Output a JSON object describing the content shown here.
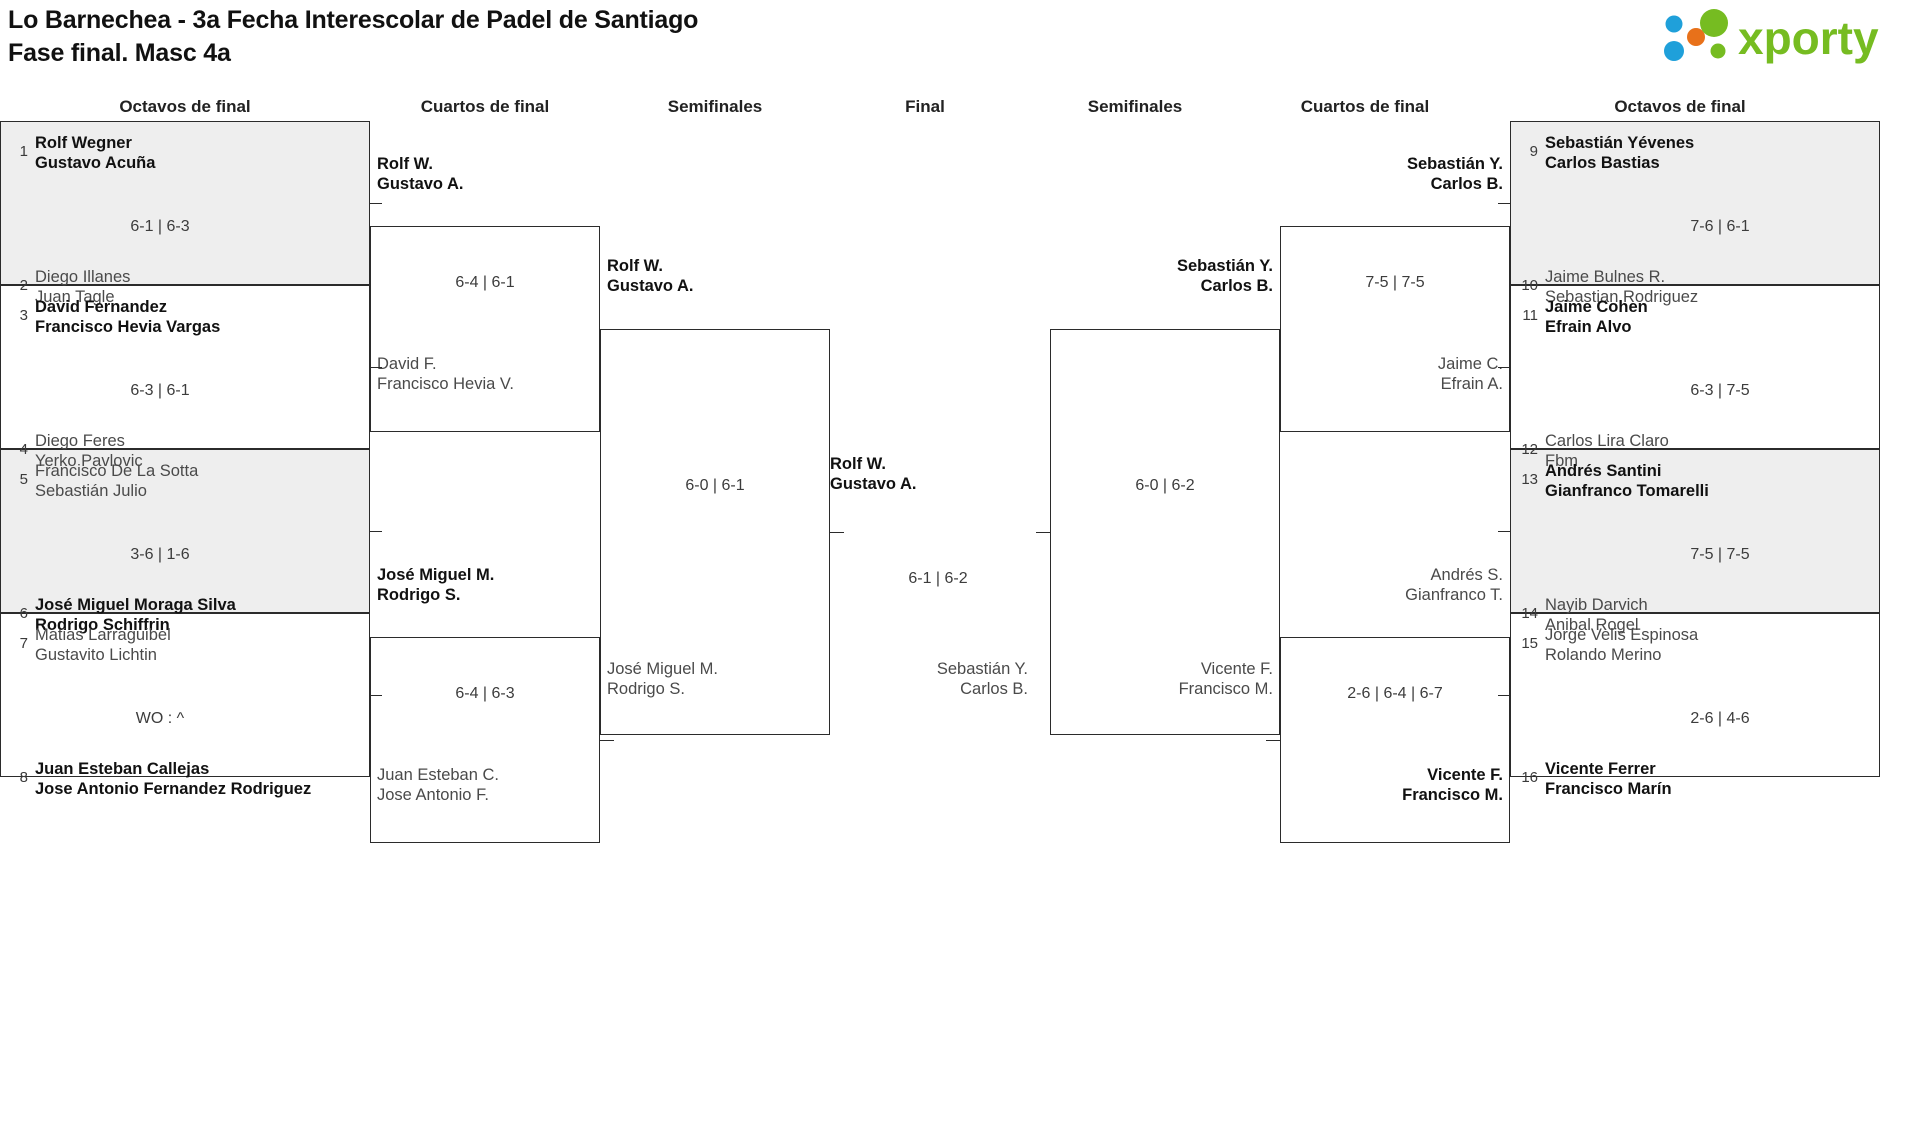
{
  "header": {
    "title": "Lo Barnechea - 3a Fecha Interescolar de Padel de Santiago\nFase final. Masc 4a",
    "logo_text": "xporty",
    "logo_colors": {
      "green": "#76bc21",
      "blue": "#1fa0da",
      "orange": "#e8711a"
    }
  },
  "rounds": {
    "left": [
      "Octavos de final",
      "Cuartos de final",
      "Semifinales"
    ],
    "center": "Final",
    "right": [
      "Semifinales",
      "Cuartos de final",
      "Octavos de final"
    ]
  },
  "chart_data": {
    "type": "bracket",
    "title": "Lo Barnechea - 3a Fecha Interescolar de Padel de Santiago — Fase final. Masc 4a",
    "size": 16,
    "champion": [
      "Rolf W.",
      "Gustavo A."
    ],
    "runner_up": [
      "Sebastián Y.",
      "Carlos B."
    ]
  },
  "left": {
    "r16": [
      {
        "top": {
          "seed": "1",
          "p1": "Rolf Wegner",
          "p2": "Gustavo Acuña",
          "winner": true
        },
        "bottom": {
          "seed": "2",
          "p1": "Diego Illanes",
          "p2": "Juan Tagle",
          "winner": false
        },
        "score": "6-1 | 6-3",
        "shaded": true
      },
      {
        "top": {
          "seed": "3",
          "p1": "David Fernandez",
          "p2": "Francisco Hevia Vargas",
          "winner": true
        },
        "bottom": {
          "seed": "4",
          "p1": "Diego Feres",
          "p2": "Yerko Pavlovic",
          "winner": false
        },
        "score": "6-3 | 6-1",
        "shaded": false
      },
      {
        "top": {
          "seed": "5",
          "p1": "Francisco De La Sotta",
          "p2": "Sebastián Julio",
          "winner": false
        },
        "bottom": {
          "seed": "6",
          "p1": "José Miguel Moraga Silva",
          "p2": "Rodrigo Schiffrin",
          "winner": true
        },
        "score": "3-6 | 1-6",
        "shaded": true
      },
      {
        "top": {
          "seed": "7",
          "p1": "Matias Larraguibel",
          "p2": "Gustavito Lichtin",
          "winner": false
        },
        "bottom": {
          "seed": "8",
          "p1": "Juan Esteban Callejas",
          "p2": "Jose Antonio Fernandez Rodriguez",
          "winner": true
        },
        "score": "WO : ^",
        "shaded": false
      }
    ],
    "qf": [
      {
        "top": {
          "p1": "Rolf W.",
          "p2": "Gustavo A.",
          "winner": true
        },
        "bottom": {
          "p1": "David F.",
          "p2": "Francisco Hevia V.",
          "winner": false
        },
        "score": "6-4 | 6-1"
      },
      {
        "top": {
          "p1": "José Miguel M.",
          "p2": "Rodrigo S.",
          "winner": true
        },
        "bottom": {
          "p1": "Juan Esteban C.",
          "p2": "Jose Antonio F.",
          "winner": false
        },
        "score": "6-4 | 6-3"
      }
    ],
    "sf": [
      {
        "top": {
          "p1": "Rolf W.",
          "p2": "Gustavo A.",
          "winner": true
        },
        "bottom": {
          "p1": "José Miguel M.",
          "p2": "Rodrigo S.",
          "winner": false
        },
        "score": "6-0 | 6-1"
      }
    ]
  },
  "final": {
    "top": {
      "p1": "Rolf W.",
      "p2": "Gustavo A.",
      "winner": true
    },
    "bottom": {
      "p1": "Sebastián Y.",
      "p2": "Carlos B.",
      "winner": false
    },
    "score": "6-1 | 6-2"
  },
  "right": {
    "sf": [
      {
        "top": {
          "p1": "Sebastián Y.",
          "p2": "Carlos B.",
          "winner": true
        },
        "bottom": {
          "p1": "Vicente F.",
          "p2": "Francisco M.",
          "winner": false
        },
        "score": "6-0 | 6-2"
      }
    ],
    "qf": [
      {
        "top": {
          "p1": "Sebastián Y.",
          "p2": "Carlos B.",
          "winner": true
        },
        "bottom": {
          "p1": "Jaime C.",
          "p2": "Efrain A.",
          "winner": false
        },
        "score": "7-5 | 7-5"
      },
      {
        "top": {
          "p1": "Andrés S.",
          "p2": "Gianfranco T.",
          "winner": false
        },
        "bottom": {
          "p1": "Vicente F.",
          "p2": "Francisco M.",
          "winner": true
        },
        "score": "2-6 | 6-4 | 6-7"
      }
    ],
    "r16": [
      {
        "top": {
          "seed": "9",
          "p1": "Sebastián Yévenes",
          "p2": "Carlos Bastias",
          "winner": true
        },
        "bottom": {
          "seed": "10",
          "p1": "Jaime Bulnes R.",
          "p2": "Sebastian Rodriguez",
          "winner": false
        },
        "score": "7-6 | 6-1",
        "shaded": true
      },
      {
        "top": {
          "seed": "11",
          "p1": "Jaime Cohen",
          "p2": "Efrain Alvo",
          "winner": true
        },
        "bottom": {
          "seed": "12",
          "p1": "Carlos Lira Claro",
          "p2": "Fbm",
          "winner": false
        },
        "score": "6-3 | 7-5",
        "shaded": false
      },
      {
        "top": {
          "seed": "13",
          "p1": "Andrés Santini",
          "p2": "Gianfranco Tomarelli",
          "winner": true
        },
        "bottom": {
          "seed": "14",
          "p1": "Nayib Darvich",
          "p2": "Anibal Rogel",
          "winner": false
        },
        "score": "7-5 | 7-5",
        "shaded": true
      },
      {
        "top": {
          "seed": "15",
          "p1": "Jorge Velis Espinosa",
          "p2": "Rolando Merino",
          "winner": false
        },
        "bottom": {
          "seed": "16",
          "p1": "Vicente Ferrer",
          "p2": "Francisco Marín",
          "winner": true
        },
        "score": "2-6 | 4-6",
        "shaded": false
      }
    ]
  }
}
